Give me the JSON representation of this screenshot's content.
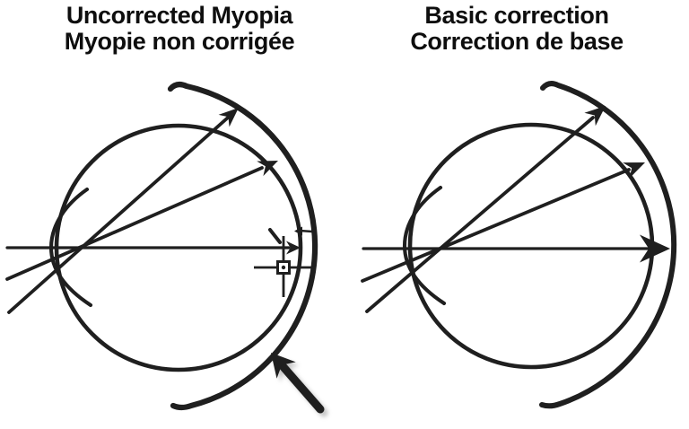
{
  "figure": {
    "ink_color": "#1f1f1f",
    "paper_color": "#ffffff",
    "panels": [
      {
        "id": "uncorrected-myopia",
        "title_line1": "Uncorrected Myopia",
        "title_line2": "Myopie non corrigée"
      },
      {
        "id": "basic-correction",
        "title_line1": "Basic correction",
        "title_line2": "Correction de base"
      }
    ]
  }
}
